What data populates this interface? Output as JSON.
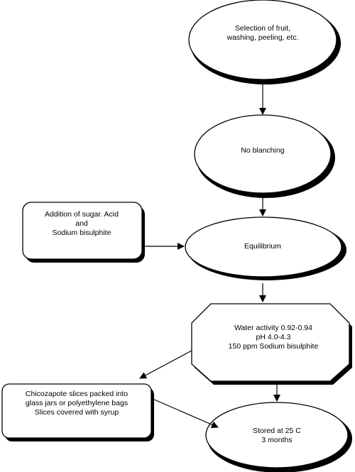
{
  "diagram": {
    "nodes": {
      "selection": {
        "lines": [
          "Selection of fruit,",
          "washing, peeling, etc."
        ]
      },
      "no_blanching": {
        "lines": [
          "No blanching"
        ]
      },
      "addition": {
        "lines": [
          "Addition of sugar. Acid",
          "and",
          "Sodium bisulphite"
        ]
      },
      "equilibrium": {
        "lines": [
          "Equilibrium"
        ]
      },
      "water_activity": {
        "lines": [
          "Water activity 0.92-0.94",
          "pH 4.0-4.3",
          "150 ppm Sodium bisulphite"
        ]
      },
      "packed": {
        "lines": [
          "Chicozapote slices packed into",
          "glass jars or polyethylene bags",
          "Slices covered with syrup"
        ]
      },
      "stored": {
        "lines": [
          "Stored at  25 C",
          "3 months"
        ]
      }
    },
    "colors": {
      "stroke": "#000000",
      "shadow": "#000000",
      "fill": "#ffffff"
    }
  }
}
